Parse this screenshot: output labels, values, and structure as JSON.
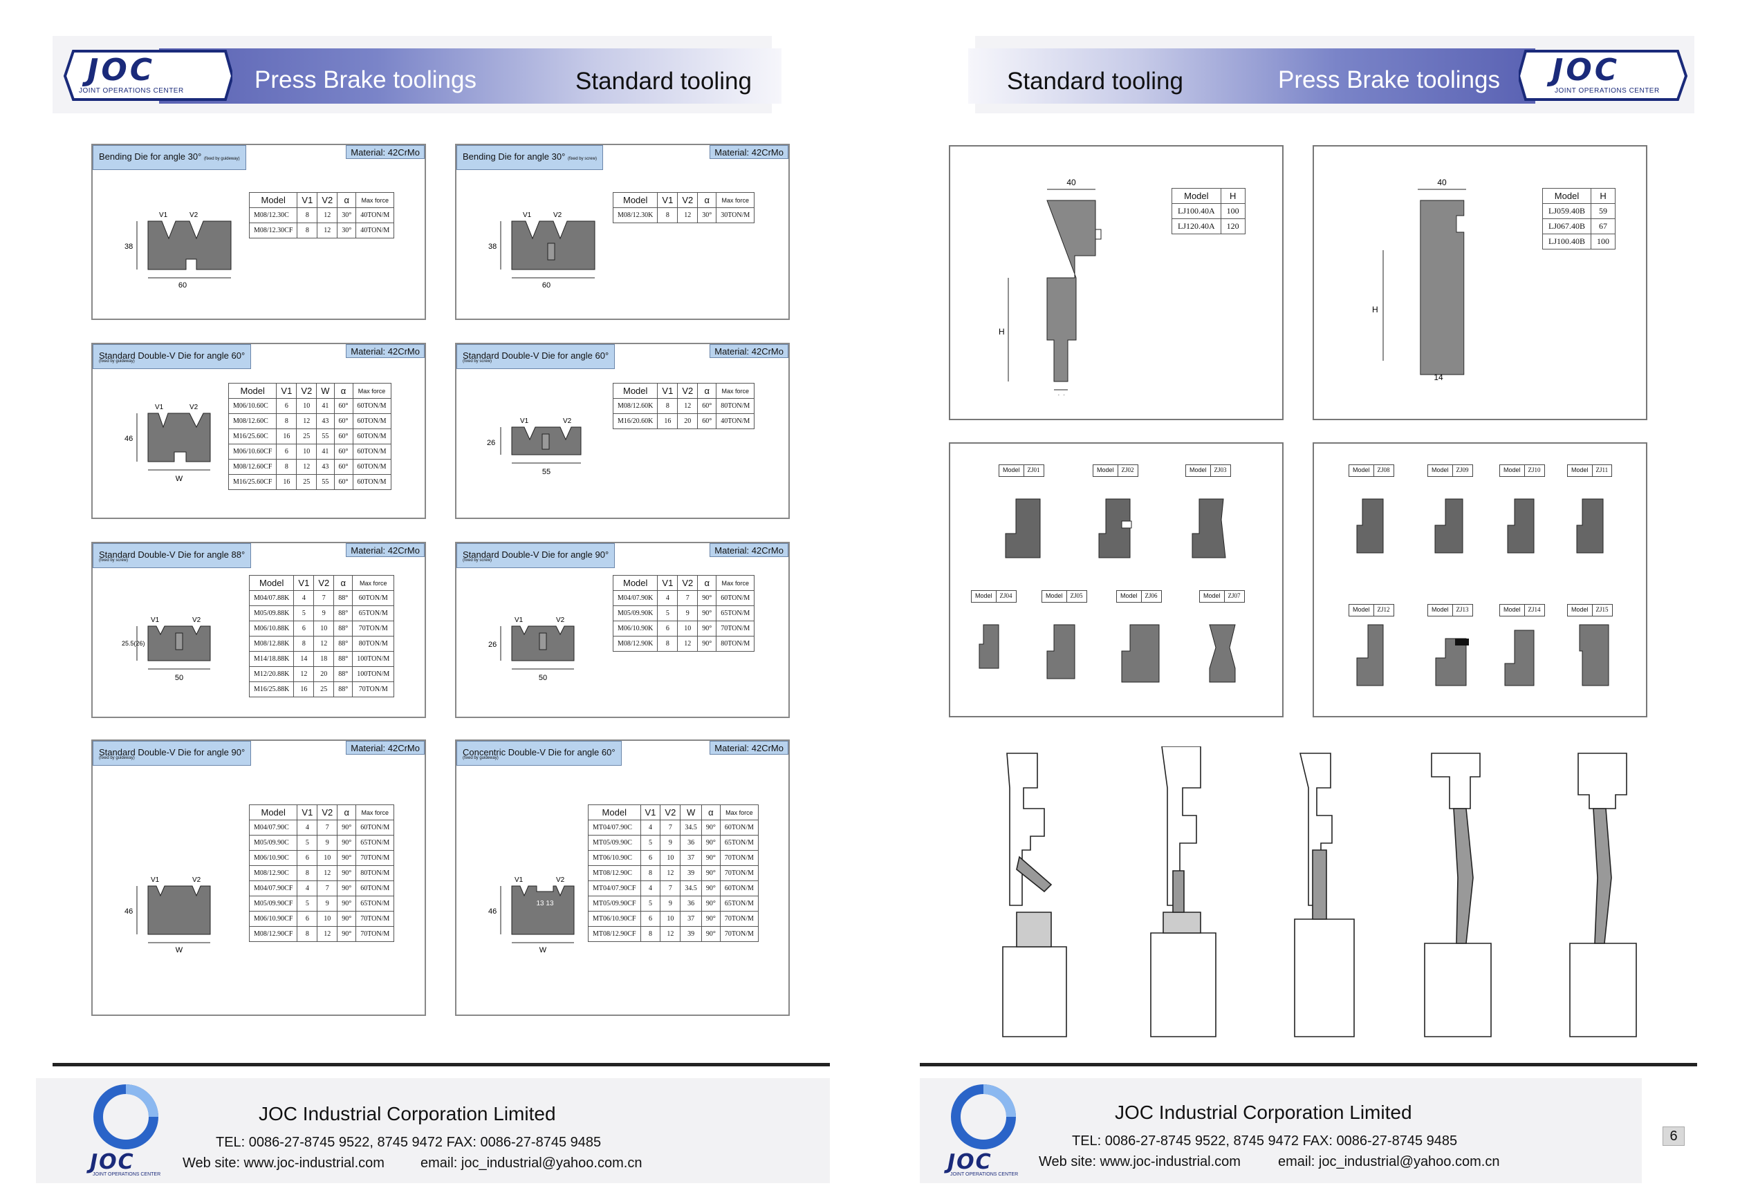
{
  "header": {
    "logo": "JOC",
    "logo_sub": "JOINT OPERATIONS CENTER",
    "left_title": "Press Brake toolings",
    "left_subtitle": "Standard tooling",
    "right_subtitle": "Standard tooling",
    "right_title": "Press Brake toolings"
  },
  "panels": [
    {
      "title": "Bending Die for angle 30°",
      "subtitle": "(fixed by guideway)",
      "material": "Material: 42CrMo",
      "columns": [
        "Model",
        "V1",
        "V2",
        "α",
        "Max force"
      ],
      "rows": [
        [
          "M08/12.30C",
          "8",
          "12",
          "30°",
          "40TON/M"
        ],
        [
          "M08/12.30CF",
          "8",
          "12",
          "30°",
          "40TON/M"
        ]
      ],
      "dims": {
        "width": "60",
        "height": "38",
        "v1": "V1",
        "v2": "V2"
      }
    },
    {
      "title": "Bending Die for angle 30°",
      "subtitle": "(fixed by screw)",
      "material": "Material: 42CrMo",
      "columns": [
        "Model",
        "V1",
        "V2",
        "α",
        "Max force"
      ],
      "rows": [
        [
          "M08/12.30K",
          "8",
          "12",
          "30°",
          "30TON/M"
        ]
      ],
      "dims": {
        "width": "60",
        "height": "38",
        "v1": "V1",
        "v2": "V2"
      }
    },
    {
      "title": "Standard Double-V Die for angle 60°",
      "subtitle": "(fixed by guideway)",
      "material": "Material: 42CrMo",
      "columns": [
        "Model",
        "V1",
        "V2",
        "W",
        "α",
        "Max force"
      ],
      "rows": [
        [
          "M06/10.60C",
          "6",
          "10",
          "41",
          "60°",
          "60TON/M"
        ],
        [
          "M08/12.60C",
          "8",
          "12",
          "43",
          "60°",
          "60TON/M"
        ],
        [
          "M16/25.60C",
          "16",
          "25",
          "55",
          "60°",
          "60TON/M"
        ],
        [
          "M06/10.60CF",
          "6",
          "10",
          "41",
          "60°",
          "60TON/M"
        ],
        [
          "M08/12.60CF",
          "8",
          "12",
          "43",
          "60°",
          "60TON/M"
        ],
        [
          "M16/25.60CF",
          "16",
          "25",
          "55",
          "60°",
          "60TON/M"
        ]
      ],
      "dims": {
        "width": "W",
        "height": "46",
        "v1": "V1",
        "v2": "V2"
      }
    },
    {
      "title": "Standard Double-V Die for angle 60°",
      "subtitle": "(fixed by screw)",
      "material": "Material: 42CrMo",
      "columns": [
        "Model",
        "V1",
        "V2",
        "α",
        "Max force"
      ],
      "rows": [
        [
          "M08/12.60K",
          "8",
          "12",
          "60°",
          "80TON/M"
        ],
        [
          "M16/20.60K",
          "16",
          "20",
          "60°",
          "40TON/M"
        ]
      ],
      "dims": {
        "width": "55",
        "height": "26",
        "v1": "V1",
        "v2": "V2"
      }
    },
    {
      "title": "Standard Double-V Die for angle 88°",
      "subtitle": "(fixed by screw)",
      "material": "Material: 42CrMo",
      "columns": [
        "Model",
        "V1",
        "V2",
        "α",
        "Max force"
      ],
      "rows": [
        [
          "M04/07.88K",
          "4",
          "7",
          "88°",
          "60TON/M"
        ],
        [
          "M05/09.88K",
          "5",
          "9",
          "88°",
          "65TON/M"
        ],
        [
          "M06/10.88K",
          "6",
          "10",
          "88°",
          "70TON/M"
        ],
        [
          "M08/12.88K",
          "8",
          "12",
          "88°",
          "80TON/M"
        ],
        [
          "M14/18.88K",
          "14",
          "18",
          "88°",
          "100TON/M"
        ],
        [
          "M12/20.88K",
          "12",
          "20",
          "88°",
          "100TON/M"
        ],
        [
          "M16/25.88K",
          "16",
          "25",
          "88°",
          "70TON/M"
        ]
      ],
      "dims": {
        "width": "50",
        "height": "25.5(26)",
        "v1": "V1",
        "v2": "V2"
      }
    },
    {
      "title": "Standard Double-V Die for angle 90°",
      "subtitle": "(fixed by screw)",
      "material": "Material: 42CrMo",
      "columns": [
        "Model",
        "V1",
        "V2",
        "α",
        "Max force"
      ],
      "rows": [
        [
          "M04/07.90K",
          "4",
          "7",
          "90°",
          "60TON/M"
        ],
        [
          "M05/09.90K",
          "5",
          "9",
          "90°",
          "65TON/M"
        ],
        [
          "M06/10.90K",
          "6",
          "10",
          "90°",
          "70TON/M"
        ],
        [
          "M08/12.90K",
          "8",
          "12",
          "90°",
          "80TON/M"
        ]
      ],
      "dims": {
        "width": "50",
        "height": "26",
        "v1": "V1",
        "v2": "V2"
      }
    },
    {
      "title": "Standard Double-V Die for angle 90°",
      "subtitle": "(fixed by guideway)",
      "material": "Material: 42CrMo",
      "columns": [
        "Model",
        "V1",
        "V2",
        "α",
        "Max force"
      ],
      "rows": [
        [
          "M04/07.90C",
          "4",
          "7",
          "90°",
          "60TON/M"
        ],
        [
          "M05/09.90C",
          "5",
          "9",
          "90°",
          "65TON/M"
        ],
        [
          "M06/10.90C",
          "6",
          "10",
          "90°",
          "70TON/M"
        ],
        [
          "M08/12.90C",
          "8",
          "12",
          "90°",
          "80TON/M"
        ],
        [
          "M04/07.90CF",
          "4",
          "7",
          "90°",
          "60TON/M"
        ],
        [
          "M05/09.90CF",
          "5",
          "9",
          "90°",
          "65TON/M"
        ],
        [
          "M06/10.90CF",
          "6",
          "10",
          "90°",
          "70TON/M"
        ],
        [
          "M08/12.90CF",
          "8",
          "12",
          "90°",
          "70TON/M"
        ]
      ],
      "dims": {
        "width": "W",
        "height": "46",
        "v1": "V1",
        "v2": "V2"
      }
    },
    {
      "title": "Concentric Double-V Die for angle 60°",
      "subtitle": "(fixed by guideway)",
      "material": "Material: 42CrMo",
      "columns": [
        "Model",
        "V1",
        "V2",
        "W",
        "α",
        "Max force"
      ],
      "rows": [
        [
          "MT04/07.90C",
          "4",
          "7",
          "34.5",
          "90°",
          "60TON/M"
        ],
        [
          "MT05/09.90C",
          "5",
          "9",
          "36",
          "90°",
          "65TON/M"
        ],
        [
          "MT06/10.90C",
          "6",
          "10",
          "37",
          "90°",
          "70TON/M"
        ],
        [
          "MT08/12.90C",
          "8",
          "12",
          "39",
          "90°",
          "70TON/M"
        ],
        [
          "MT04/07.90CF",
          "4",
          "7",
          "34.5",
          "90°",
          "60TON/M"
        ],
        [
          "MT05/09.90CF",
          "5",
          "9",
          "36",
          "90°",
          "65TON/M"
        ],
        [
          "MT06/10.90CF",
          "6",
          "10",
          "37",
          "90°",
          "70TON/M"
        ],
        [
          "MT08/12.90CF",
          "8",
          "12",
          "39",
          "90°",
          "70TON/M"
        ]
      ],
      "dims": {
        "width": "W",
        "height": "46",
        "v1": "V1",
        "v2": "V2",
        "inner": "13  13"
      }
    }
  ],
  "adapters": [
    {
      "columns": [
        "Model",
        "H"
      ],
      "rows": [
        [
          "LJ100.40A",
          "100"
        ],
        [
          "LJ120.40A",
          "120"
        ]
      ],
      "dims": {
        "top": "40",
        "bottom": "14",
        "h": "H"
      }
    },
    {
      "columns": [
        "Model",
        "H"
      ],
      "rows": [
        [
          "LJ059.40B",
          "59"
        ],
        [
          "LJ067.40B",
          "67"
        ],
        [
          "LJ100.40B",
          "100"
        ]
      ],
      "dims": {
        "top": "40",
        "bottom": "14",
        "h": "H"
      }
    }
  ],
  "clamps_left": {
    "model_label": "Model",
    "items": [
      "ZJ01",
      "ZJ02",
      "ZJ03",
      "ZJ04",
      "ZJ05",
      "ZJ06",
      "ZJ07"
    ]
  },
  "clamps_right": {
    "model_label": "Model",
    "items": [
      "ZJ08",
      "ZJ09",
      "ZJ10",
      "ZJ11",
      "ZJ12",
      "ZJ13",
      "ZJ14",
      "ZJ15"
    ]
  },
  "footer": {
    "company": "JOC Industrial Corporation Limited",
    "tel": "TEL: 0086-27-8745 9522, 8745 9472   FAX: 0086-27-8745 9485",
    "web": "Web site: www.joc-industrial.com",
    "email": "email: joc_industrial@yahoo.com.cn",
    "logo": "JOC",
    "logo_sub": "JOINT OPERATIONS CENTER"
  },
  "page_number": "6",
  "colors": {
    "accent": "#5a62b3",
    "title_fill": "#b9d3ee",
    "logo": "#1a2a7a"
  }
}
